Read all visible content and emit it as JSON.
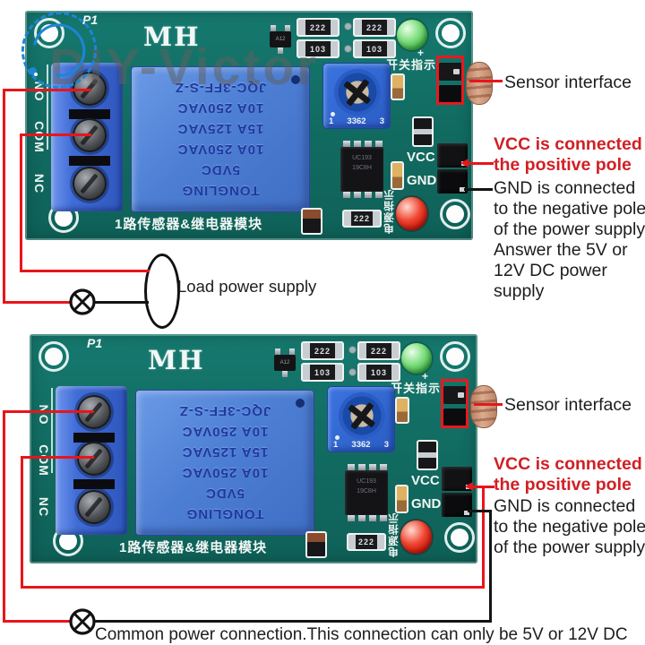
{
  "watermark": {
    "text": "DIY-Victor"
  },
  "board": {
    "p1_label": "P1",
    "mh_logo": "MH",
    "terminal_labels": [
      "NO",
      "COM",
      "NC"
    ],
    "relay_lines": [
      "JQC-3FF-S-Z",
      "10A 250VAC",
      "15A 125VAC",
      "10A 250VAC",
      "5VDC",
      "TONGLING"
    ],
    "module_title": "1路传感器&继电器模块",
    "switch_indicator_label": "开关指示",
    "power_indicator_label": "电源指示",
    "vcc_silk": "VCC",
    "gnd_silk": "GND",
    "plus_silk": "+",
    "smd_a1": "222",
    "smd_a2": "103",
    "smd_b1": "222",
    "smd_b2": "103",
    "smd_bottom": "222",
    "transistor_marking": "A12",
    "ic_marking_1": "UC193",
    "ic_marking_2": "19C8H",
    "trimmer_pin1": "1",
    "trimmer_model": "3362",
    "trimmer_pin3": "3"
  },
  "annotations": {
    "sensor_interface": "Sensor interface",
    "vcc_lines": [
      "VCC is connected to",
      "the positive pole"
    ],
    "gnd_top_lines": [
      "GND is connected",
      "to the negative pole",
      "of the power supply",
      "Answer the 5V or",
      "12V DC power",
      "supply"
    ],
    "gnd_bottom_lines": [
      "GND is connected",
      "to the negative pole",
      "of the power supply"
    ],
    "load_power_supply": "Load power supply",
    "common_power_caption": "Common power connection.This connection can only be 5V or 12V DC"
  },
  "colors": {
    "board_teal": "#116a60",
    "relay_blue": "#4d7fd4",
    "terminal_blue": "#3f6cd6",
    "wire_red": "#e8151b",
    "wire_black": "#141414",
    "annotation_red": "#d02025",
    "highlight_red": "#e8191f",
    "led_green": "#79dc79",
    "led_red": "#ef4430"
  }
}
